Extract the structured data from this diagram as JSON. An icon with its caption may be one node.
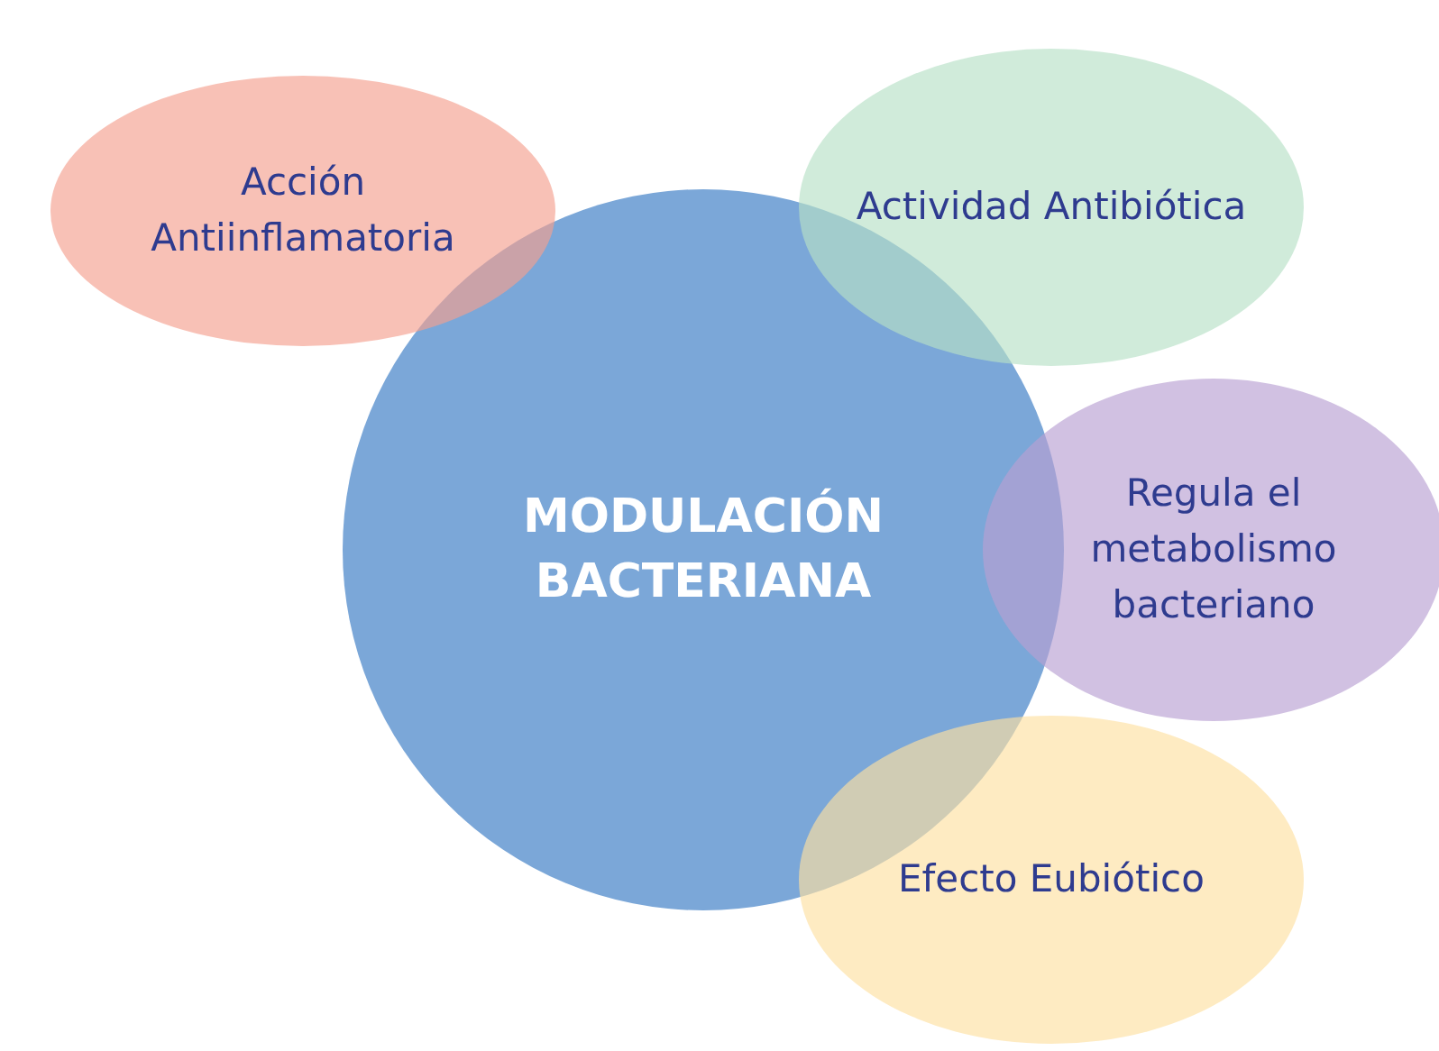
{
  "diagram": {
    "nodes": [
      {
        "text": [
          "MODULACIÓN BACTERIANA"
        ]
      },
      {
        "text": [
          "Acción Antiinflamatoria"
        ]
      },
      {
        "text": [
          "Actividad Antibiótica"
        ]
      },
      {
        "text": [
          "Regula el metabolismo bacteriano"
        ]
      },
      {
        "text": [
          "Efecto Eubiótico"
        ]
      }
    ]
  }
}
